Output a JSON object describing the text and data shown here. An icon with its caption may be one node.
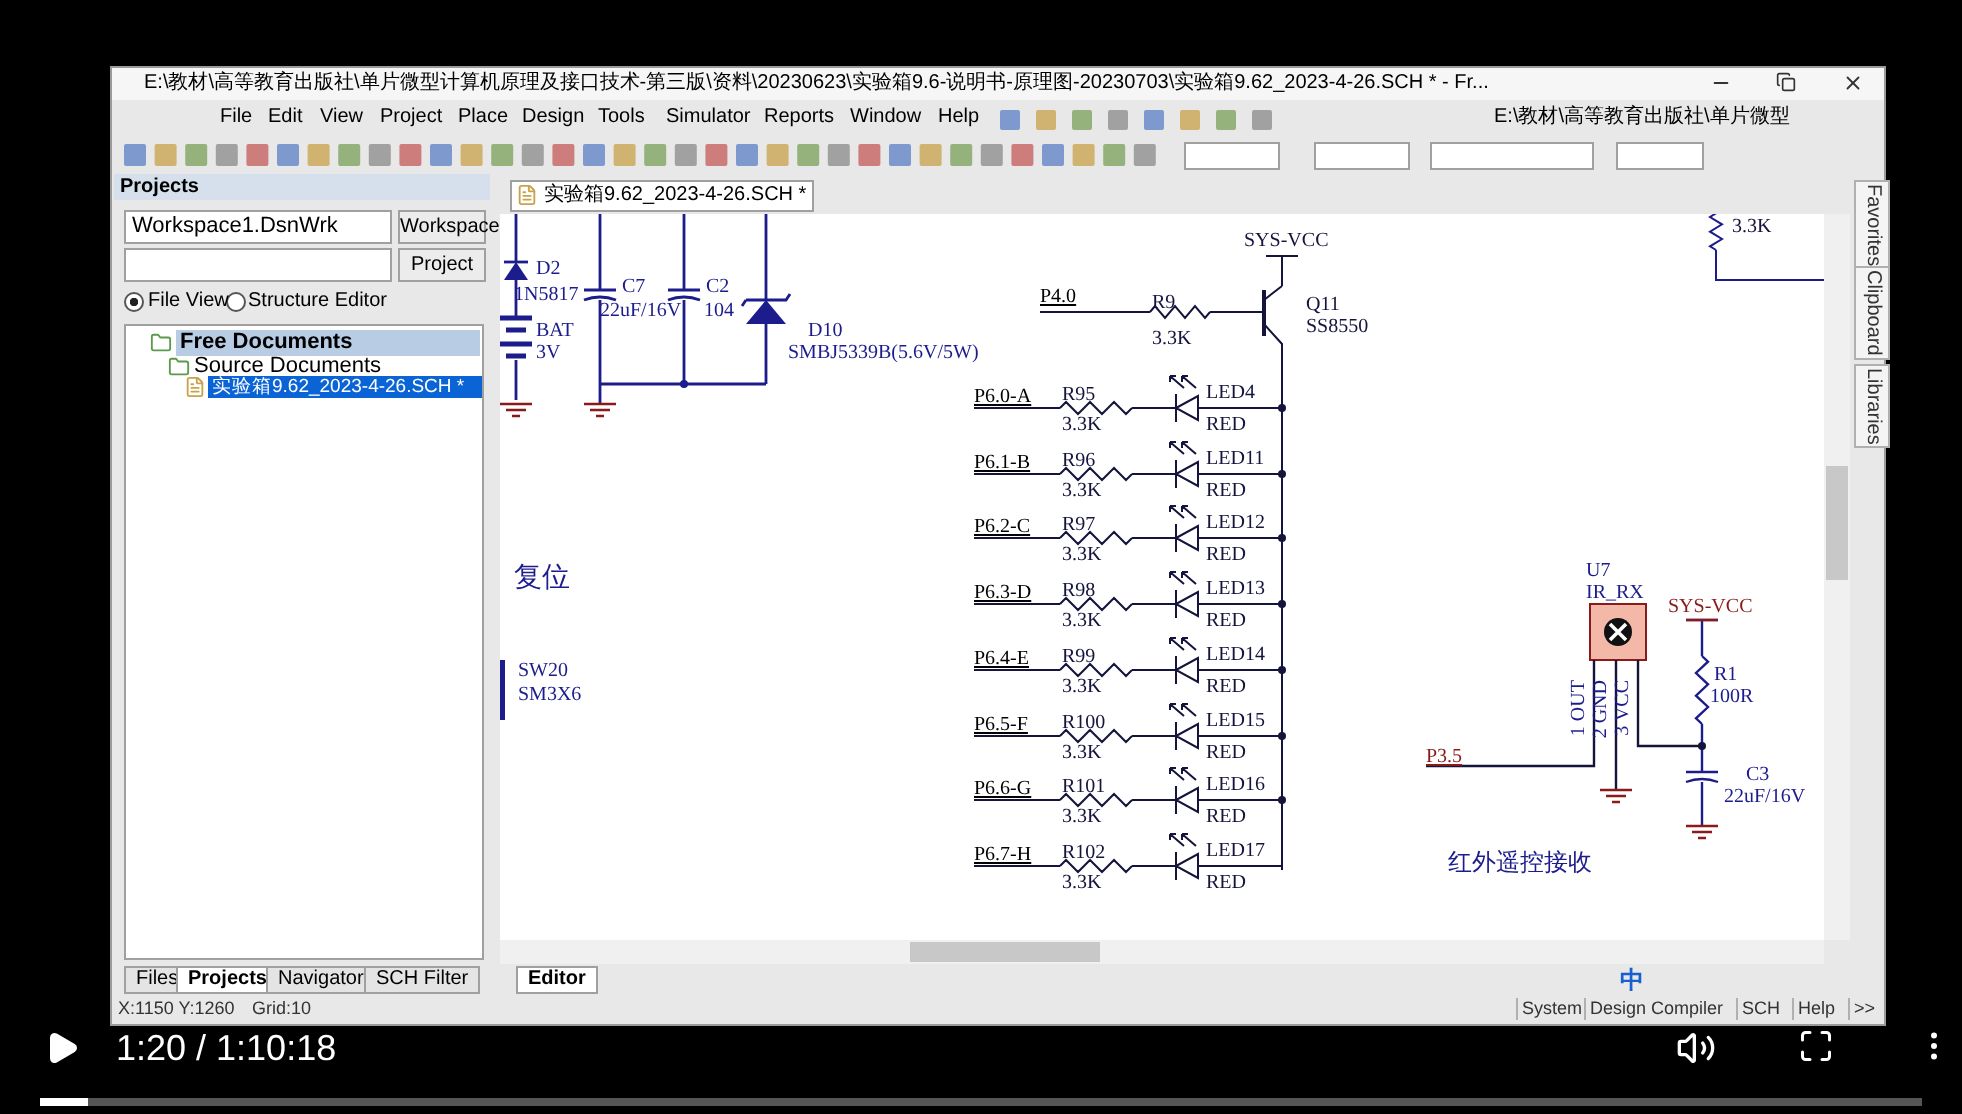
{
  "diagram": {
    "labels": [
      "E:\\教材\\高等教育出版社\\单片微型计算机原理及接口技术-第三版\\资料\\20230623\\实验箱9.6-说明书-原理图-20230703\\实验箱9.62_2023-4-26.SCH * - Fr...",
      "File",
      "Edit",
      "View",
      "Project",
      "Place",
      "Design",
      "Tools",
      "Simulator",
      "Reports",
      "Window",
      "Help",
      "E:\\教材\\高等教育出版社\\单片微型",
      "Projects",
      "Workspace1.DsnWrk",
      "Workspace",
      "Project",
      "File View",
      "Structure Editor",
      "Free Documents",
      "Source Documents",
      "实验箱9.62_2023-4-26.SCH *",
      "实验箱9.62_2023-4-26.SCH *",
      "D2",
      "1N5817",
      "BAT",
      "3V",
      "C7",
      "22uF/16V",
      "C2",
      "104",
      "D10",
      "SMBJ5339B(5.6V/5W)",
      "复位",
      "SW20",
      "SM3X6",
      "SYS-VCC",
      "P4.0",
      "R9",
      "3.3K",
      "Q11",
      "SS8550",
      "P6.0-A",
      "R95",
      "3.3K",
      "LED4",
      "RED",
      "P6.1-B",
      "R96",
      "3.3K",
      "LED11",
      "RED",
      "P6.2-C",
      "R97",
      "3.3K",
      "LED12",
      "RED",
      "P6.3-D",
      "R98",
      "3.3K",
      "LED13",
      "RED",
      "P6.4-E",
      "R99",
      "3.3K",
      "LED14",
      "RED",
      "P6.5-F",
      "R100",
      "3.3K",
      "LED15",
      "RED",
      "P6.6-G",
      "R101",
      "3.3K",
      "LED16",
      "RED",
      "P6.7-H",
      "R102",
      "3.3K",
      "LED17",
      "RED",
      "3.3K",
      "U7",
      "IR_RX",
      "SYS-VCC",
      "1 OUT",
      "2 GND",
      "3 VCC",
      "R1",
      "100R",
      "P3.5",
      "C3",
      "22uF/16V",
      "红外遥控接收",
      "Favorites",
      "Clipboard",
      "Libraries",
      "Files",
      "Projects",
      "Navigator",
      "SCH Filter",
      "Editor",
      "X:1150 Y:1260",
      "Grid:10",
      "System",
      "Design Compiler",
      "SCH",
      "Help",
      ">>",
      "中",
      "1:20 / 1:10:18"
    ]
  }
}
